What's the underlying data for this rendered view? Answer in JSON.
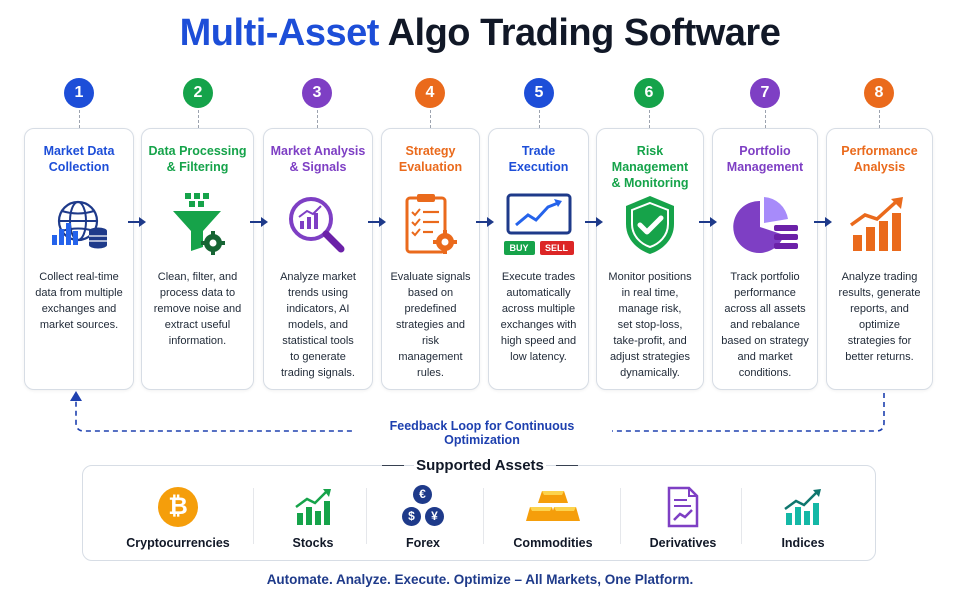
{
  "title": {
    "part1": "Multi-Asset",
    "part2": "Algo Trading Software"
  },
  "steps": [
    {
      "number": "1",
      "color": "#1d4ed8",
      "title_l1": "Market Data",
      "title_l2": "Collection",
      "desc": [
        "Collect real-time",
        "data from multiple",
        "exchanges and",
        "market sources."
      ]
    },
    {
      "number": "2",
      "color": "#15a34a",
      "title_l1": "Data Processing",
      "title_l2": "& Filtering",
      "desc": [
        "Clean, filter, and",
        "process data to",
        "remove noise and",
        "extract useful",
        "information."
      ]
    },
    {
      "number": "3",
      "color": "#7e3fc4",
      "title_l1": "Market Analysis",
      "title_l2": "& Signals",
      "desc": [
        "Analyze market",
        "trends using",
        "indicators, AI",
        "models, and",
        "statistical tools",
        "to generate",
        "trading signals."
      ]
    },
    {
      "number": "4",
      "color": "#ea6a1c",
      "title_l1": "Strategy",
      "title_l2": "Evaluation",
      "desc": [
        "Evaluate signals",
        "based on",
        "predefined",
        "strategies and",
        "risk management",
        "rules."
      ]
    },
    {
      "number": "5",
      "color": "#1d4ed8",
      "title_l1": "Trade",
      "title_l2": "Execution",
      "desc": [
        "Execute trades",
        "automatically",
        "across multiple",
        "exchanges with",
        "high speed and",
        "low latency."
      ]
    },
    {
      "number": "6",
      "color": "#15a34a",
      "title_l1": "Risk Management",
      "title_l2": "& Monitoring",
      "desc": [
        "Monitor positions",
        "in real time,",
        "manage risk,",
        "set stop-loss,",
        "take-profit, and",
        "adjust strategies",
        "dynamically."
      ]
    },
    {
      "number": "7",
      "color": "#7e3fc4",
      "title_l1": "Portfolio",
      "title_l2": "Management",
      "desc": [
        "Track portfolio",
        "performance",
        "across all assets",
        "and rebalance",
        "based on strategy",
        "and market",
        "conditions."
      ]
    },
    {
      "number": "8",
      "color": "#ea6a1c",
      "title_l1": "Performance",
      "title_l2": "Analysis",
      "desc": [
        "Analyze trading",
        "results, generate",
        "reports, and",
        "optimize",
        "strategies for",
        "better returns."
      ]
    }
  ],
  "execution_buttons": {
    "buy": "BUY",
    "sell": "SELL"
  },
  "feedback_label": "Feedback Loop for Continuous Optimization",
  "assets_title": "Supported Assets",
  "assets": [
    {
      "label": "Cryptocurrencies",
      "icon": "bitcoin-icon",
      "glyph": "₿"
    },
    {
      "label": "Stocks",
      "icon": "stocks-chart-icon"
    },
    {
      "label": "Forex",
      "icon": "currency-exchange-icon",
      "glyphs": [
        "€",
        "$",
        "¥"
      ]
    },
    {
      "label": "Commodities",
      "icon": "gold-bars-icon"
    },
    {
      "label": "Derivatives",
      "icon": "contract-document-icon"
    },
    {
      "label": "Indices",
      "icon": "index-chart-icon"
    }
  ],
  "tagline": "Automate. Analyze. Execute. Optimize – All Markets, One Platform.",
  "colors": {
    "blue": "#1d4ed8",
    "green": "#15a34a",
    "purple": "#7e3fc4",
    "orange": "#ea6a1c",
    "teal": "#14b8a6",
    "gold": "#f59e0b"
  }
}
